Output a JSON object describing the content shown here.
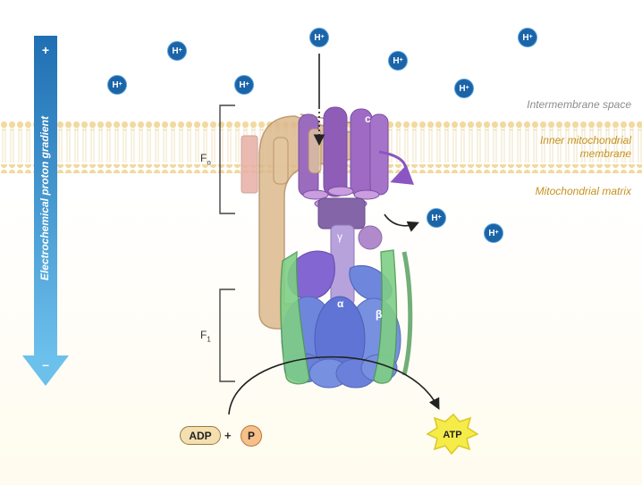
{
  "gradient": {
    "label": "Electrochemical proton gradient",
    "plus": "+",
    "minus": "–"
  },
  "regions": {
    "intermembrane": "Intermembrane space",
    "inner_membrane_line1": "Inner mitochondrial",
    "inner_membrane_line2": "membrane",
    "matrix": "Mitochondrial matrix"
  },
  "proton_label": "H",
  "proton_sup": "+",
  "subunits": {
    "fo": "F",
    "fo_sub": "o",
    "f1": "F",
    "f1_sub": "1",
    "c": "c",
    "gamma": "γ",
    "alpha": "α",
    "beta": "β"
  },
  "reaction": {
    "adp": "ADP",
    "plus": "+",
    "p": "P",
    "atp": "ATP"
  },
  "colors": {
    "proton": "#1b64a8",
    "gradient_arrow": "#4aa3d8",
    "membrane_heads": "#f0d9a0",
    "stator": "#dcb98e",
    "c_ring": "#a674c0",
    "alpha_beta": "#6f86dd",
    "green_arms": "#6fbf7a",
    "atp_star": "#f5ec4a"
  }
}
